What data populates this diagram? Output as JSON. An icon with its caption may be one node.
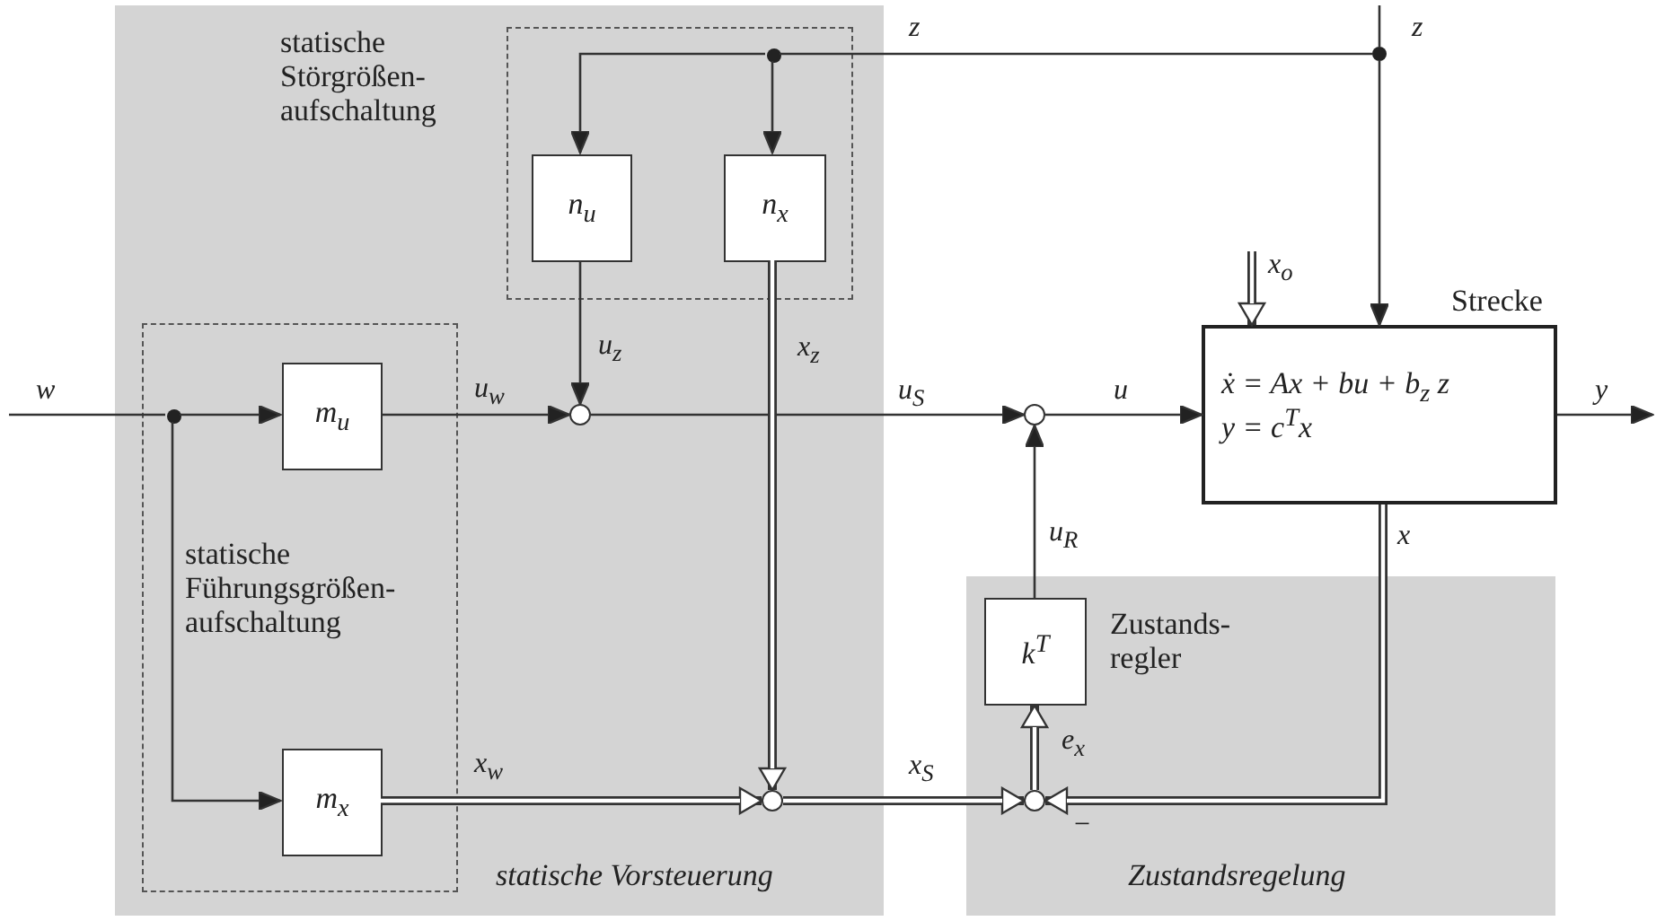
{
  "diagram": {
    "nodes": [
      {
        "text": [
          "statische Vorsteuerung"
        ]
      },
      {
        "text": [
          "statische Störgrößen-aufschaltung"
        ],
        "in": 0
      },
      {
        "text": [],
        "shape": "dot",
        "in": 1
      },
      {
        "text": [
          "n$_{u}$"
        ],
        "in": 1
      },
      {
        "text": [
          "n$_{x}$"
        ],
        "in": 1
      },
      {
        "text": [
          "statische Führungsgrößen-aufschaltung"
        ],
        "in": 0
      },
      {
        "text": [],
        "shape": "dot",
        "in": 5
      },
      {
        "text": [
          "m$_{u}$"
        ],
        "in": 5
      },
      {
        "text": [],
        "shape": "circle",
        "in": 0
      },
      {
        "text": [
          "m$_{x}$"
        ],
        "in": 5
      },
      {
        "text": [],
        "shape": "circle",
        "in": 0
      },
      {
        "text": [],
        "shape": "dot"
      },
      {
        "text": [],
        "shape": "circle"
      },
      {
        "text": [
          "Strecke",
          "ẋ = Ax + bu + b$_{z}$ z",
          "y = c$^{T}$x"
        ]
      },
      {
        "text": [
          "Zustandsregelung"
        ]
      },
      {
        "text": [
          "k$^{T}$"
        ],
        "beside": [
          "Zustands-regler"
        ],
        "in": 14
      },
      {
        "text": [],
        "shape": "circle",
        "in": 14
      }
    ],
    "edges": [
      {
        "from": null,
        "to": 11,
        "arrow": "none",
        "label": "z"
      },
      {
        "from": 11,
        "to": 2,
        "arrow": "none",
        "label": "z"
      },
      {
        "from": 2,
        "to": 3,
        "arrow": "to"
      },
      {
        "from": 2,
        "to": 4,
        "arrow": "to"
      },
      {
        "from": 11,
        "to": 13,
        "arrow": "to"
      },
      {
        "from": null,
        "to": 13,
        "arrow": "to",
        "label": "x$_{o}$",
        "style": "thick"
      },
      {
        "from": null,
        "to": 6,
        "arrow": "none",
        "label": "w"
      },
      {
        "from": 6,
        "to": 7,
        "arrow": "to"
      },
      {
        "from": 6,
        "to": 9,
        "arrow": "to"
      },
      {
        "from": 7,
        "to": 8,
        "arrow": "to",
        "label": "u$_{w}$"
      },
      {
        "from": 3,
        "to": 8,
        "arrow": "to",
        "label": "u$_{z}$"
      },
      {
        "from": 8,
        "to": 12,
        "arrow": "to",
        "label": "u$_{S}$"
      },
      {
        "from": 12,
        "to": 13,
        "arrow": "to",
        "label": "u"
      },
      {
        "from": 13,
        "to": null,
        "arrow": "to",
        "label": "y"
      },
      {
        "from": 4,
        "to": 10,
        "arrow": "to",
        "label": "x$_{z}$",
        "style": "thick"
      },
      {
        "from": 9,
        "to": 10,
        "arrow": "to",
        "label": "x$_{w}$",
        "style": "thick"
      },
      {
        "from": 10,
        "to": 16,
        "arrow": "to",
        "label": "x$_{S}$",
        "style": "thick"
      },
      {
        "from": 13,
        "to": 16,
        "arrow": "to",
        "label": "x",
        "style": "thick"
      },
      {
        "from": 16,
        "to": 15,
        "arrow": "to",
        "label": "e$_{x}$",
        "style": "thick"
      },
      {
        "from": 15,
        "to": 12,
        "arrow": "to",
        "label": "u$_{R}$"
      }
    ],
    "labels": [
      "−"
    ]
  }
}
